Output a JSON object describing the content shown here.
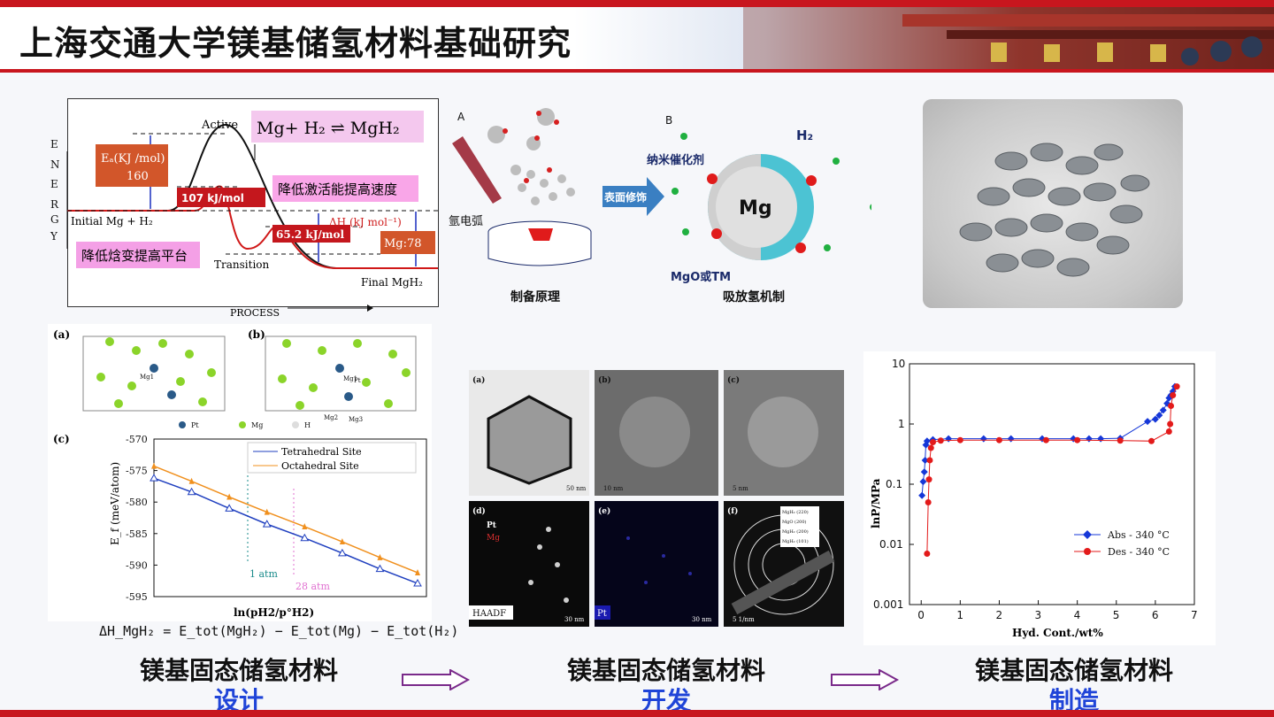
{
  "title": "上海交通大学镁基储氢材料基础研究",
  "energy_diagram": {
    "y_axis_letters": [
      "E",
      "N",
      "E",
      "R",
      "G",
      "Y"
    ],
    "active_label": "Active",
    "reaction": "Mg+ H₂ ⇌ MgH₂",
    "ea_label": "Eₐ(KJ /mol)",
    "ea_value": "160",
    "ea_lowered": "107 kJ/mol",
    "lower_barrier_text": "降低激活能提高速度",
    "initial_label": "Initial Mg + H₂",
    "dh_label": "ΔH (kJ mol⁻¹)",
    "dh_lowered": "65.2 kJ/mol",
    "mg78": "Mg:78",
    "lower_enthalpy_text": "降低焓变提高平台",
    "transition_label": "Transition",
    "final_label": "Final  MgH₂",
    "x_axis_label": "PROCESS"
  },
  "mechanism": {
    "label_a": "A",
    "label_b": "B",
    "h2": "H₂",
    "nano_catalyst": "纳米催化剂",
    "mg": "Mg",
    "surface_mod": "表面修饰",
    "arc": "氩电弧",
    "mgo_tm": "MgO或TM",
    "caption_prep": "制备原理",
    "caption_mech": "吸放氢机制"
  },
  "crystal": {
    "a": "(a)",
    "b": "(b)",
    "c": "(c)",
    "legend_pt": "Pt",
    "legend_mg": "Mg",
    "legend_h": "H",
    "mg1": "Mg1",
    "mg2": "Mg2",
    "mg3": "Mg3",
    "pt": "Pt"
  },
  "chart_ef": {
    "type": "line",
    "ylabel": "E_f (meV/atom)",
    "xlabel": "ln(pH2/p°H2)",
    "yticks": [
      "-570",
      "-575",
      "-580",
      "-585",
      "-590",
      "-595"
    ],
    "annotation_1atm": "1 atm",
    "annotation_28atm": "28 atm",
    "series": [
      {
        "name": "Tetrahedral Site",
        "color": "#1f3fbf",
        "values": [
          -576.2,
          -578.4,
          -581.0,
          -583.5,
          -585.7,
          -588.1,
          -590.6,
          -592.9
        ]
      },
      {
        "name": "Octahedral Site",
        "color": "#f0901e",
        "values": [
          -574.3,
          -576.7,
          -579.2,
          -581.6,
          -583.9,
          -586.3,
          -588.8,
          -591.2
        ]
      }
    ],
    "ylim": [
      -595,
      -570
    ]
  },
  "equation": "ΔH_MgH₂ = E_tot(MgH₂) − E_tot(Mg) − E_tot(H₂)",
  "tem": {
    "labels": [
      "(a)",
      "(b)",
      "(c)",
      "(d)",
      "(e)",
      "(f)"
    ],
    "pt": "Pt",
    "mg": "Mg",
    "haadf": "HAADF",
    "pt_map": "Pt",
    "scale_a": "50 nm",
    "scale_b": "10 nm",
    "scale_c": "5 nm",
    "scale_d": "30 nm",
    "scale_e": "30 nm",
    "scale_f": "5 1/nm",
    "rings": [
      "MgH₂ (220)",
      "MgO (200)",
      "MgH₂ (200)",
      "MgH₂ (101)"
    ]
  },
  "chart_data": {
    "type": "scatter",
    "xlabel": "Hyd. Cont./wt%",
    "ylabel": "lnP/MPa",
    "xlim": [
      -0.3,
      7
    ],
    "ylim_log": [
      0.001,
      10
    ],
    "xticks": [
      "0",
      "1",
      "2",
      "3",
      "4",
      "5",
      "6",
      "7"
    ],
    "yticks": [
      "10",
      "1",
      "0.1",
      "0.01",
      "0.001"
    ],
    "series": [
      {
        "name": "Abs - 340 °C",
        "color": "#1537d8",
        "marker": "diamond",
        "x": [
          0.02,
          0.05,
          0.08,
          0.1,
          0.12,
          0.15,
          0.3,
          0.7,
          1.6,
          2.3,
          3.1,
          3.9,
          4.3,
          4.6,
          5.1,
          5.8,
          6.0,
          6.1,
          6.2,
          6.3,
          6.35,
          6.4,
          6.45,
          6.5
        ],
        "y": [
          0.065,
          0.11,
          0.16,
          0.25,
          0.45,
          0.52,
          0.55,
          0.57,
          0.57,
          0.57,
          0.57,
          0.57,
          0.57,
          0.57,
          0.58,
          1.1,
          1.2,
          1.4,
          1.7,
          2.2,
          2.7,
          3.0,
          3.5,
          4.2
        ]
      },
      {
        "name": "Des - 340 °C",
        "color": "#e31a1a",
        "marker": "circle",
        "x": [
          6.55,
          6.45,
          6.4,
          6.38,
          6.35,
          5.9,
          5.1,
          4.0,
          3.2,
          2.0,
          1.0,
          0.5,
          0.3,
          0.25,
          0.22,
          0.2,
          0.18,
          0.15
        ],
        "y": [
          4.2,
          3.0,
          2.0,
          1.0,
          0.75,
          0.52,
          0.53,
          0.54,
          0.54,
          0.54,
          0.54,
          0.53,
          0.5,
          0.4,
          0.25,
          0.12,
          0.05,
          0.007
        ]
      }
    ]
  },
  "captions": {
    "c1_title": "镁基固态储氢材料",
    "c1_sub": "设计",
    "c2_title": "镁基固态储氢材料",
    "c2_sub": "开发",
    "c3_title": "镁基固态储氢材料",
    "c3_sub": "制造"
  }
}
